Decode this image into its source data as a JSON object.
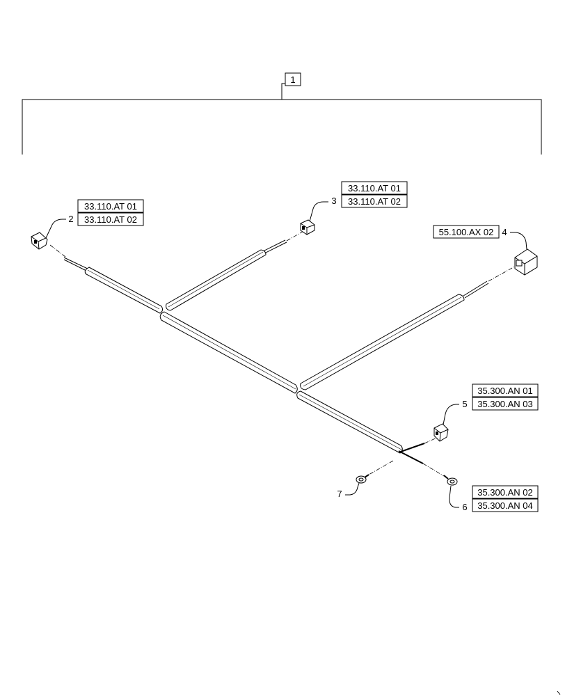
{
  "assembly": {
    "item": "1"
  },
  "callouts": [
    {
      "item": "2",
      "refs": [
        "33.110.AT 01",
        "33.110.AT 02"
      ]
    },
    {
      "item": "3",
      "refs": [
        "33.110.AT 01",
        "33.110.AT 02"
      ]
    },
    {
      "item": "4",
      "refs": [
        "55.100.AX 02"
      ]
    },
    {
      "item": "5",
      "refs": [
        "35.300.AN 01",
        "35.300.AN 03"
      ]
    },
    {
      "item": "6",
      "refs": [
        "35.300.AN 02",
        "35.300.AN 04"
      ]
    },
    {
      "item": "7",
      "refs": []
    }
  ]
}
